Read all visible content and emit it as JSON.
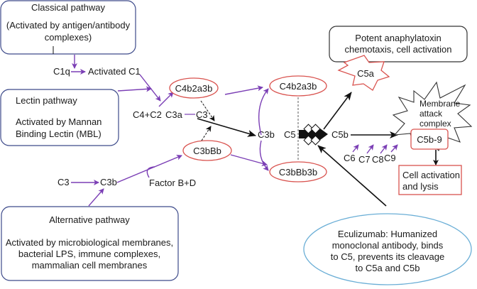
{
  "colors": {
    "pathway_box_border": "#3d4a8a",
    "complex_ellipse_border": "#d9534f",
    "activation_arrow": "#7b3fb5",
    "drug_ellipse_border": "#6aaed6",
    "cleavage_arrow": "#111111"
  },
  "pathways": {
    "classical": {
      "title": "Classical pathway",
      "line1": "(Activated by antigen/antibody",
      "line2": "complexes)"
    },
    "lectin": {
      "title": "Lectin pathway",
      "line1": "Activated by Mannan",
      "line2": "Binding Lectin (MBL)"
    },
    "alternative": {
      "title": "Alternative pathway",
      "line1": "Activated by microbiological membranes,",
      "line2": "bacterial LPS, immune complexes,",
      "line3": "mammalian cell membranes"
    }
  },
  "nodes": {
    "c1q": "C1q",
    "activated_c1": "Activated C1",
    "c4c2": "C4+C2",
    "c3a": "C3a",
    "c3_top": "C3",
    "c4b2a3b_left": "C4b2a3b",
    "c4b2a3b_right": "C4b2a3b",
    "c3bbb": "C3bBb",
    "c3bbb3b": "C3bBb3b",
    "c3_alt": "C3",
    "c3b_alt": "C3b",
    "factor_bd": "Factor B+D",
    "c3b_mid": "C3b",
    "c5": "C5",
    "c5b": "C5b",
    "c5a": "C5a",
    "c6": "C6",
    "c7": "C7",
    "c8": "C8",
    "c9": "C9",
    "c5b9": "C5b-9"
  },
  "outcomes": {
    "anaphylatoxin_line1": "Potent anaphylatoxin",
    "anaphylatoxin_line2": "chemotaxis, cell activation",
    "mac_line1": "Membrane",
    "mac_line2": "attack",
    "mac_line3": "complex",
    "lysis_line1": "Cell activation",
    "lysis_line2": "and lysis"
  },
  "eculizumab": {
    "line1": "Eculizumab: Humanized",
    "line2": "monoclonal antibody, binds",
    "line3": "to C5, prevents its cleavage",
    "line4": "to C5a and C5b"
  }
}
